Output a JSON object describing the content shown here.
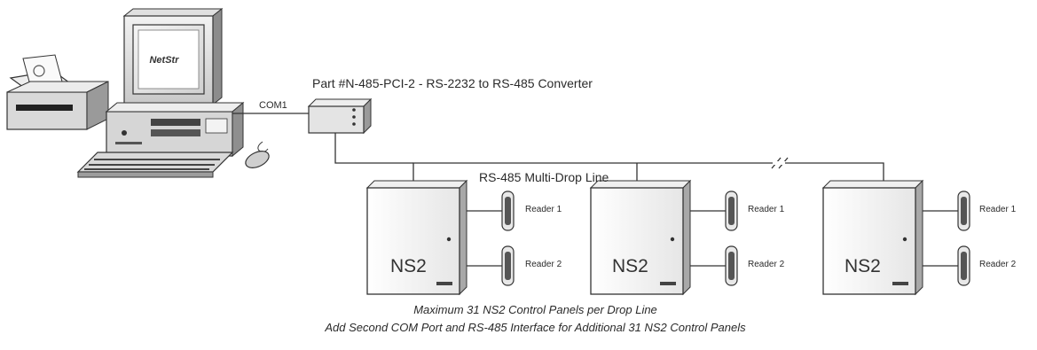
{
  "converter": {
    "label": "Part #N-485-PCI-2  -  RS-2232 to RS-485 Converter"
  },
  "com_port": {
    "label": "COM1"
  },
  "multidrop": {
    "label": "RS-485 Multi-Drop Line"
  },
  "computer": {
    "logo": "NetStr"
  },
  "panels": [
    {
      "name": "NS2",
      "readers": [
        "Reader 1",
        "Reader 2"
      ]
    },
    {
      "name": "NS2",
      "readers": [
        "Reader 1",
        "Reader 2"
      ]
    },
    {
      "name": "NS2",
      "readers": [
        "Reader 1",
        "Reader 2"
      ]
    }
  ],
  "footer": {
    "line1_pre": "Maximum 31 ",
    "line1_em": "NS2",
    "line1_post": " Control Panels per Drop Line",
    "line2": "Add Second COM Port and RS-485 Interface for Additional 31 NS2 Control Panels"
  }
}
